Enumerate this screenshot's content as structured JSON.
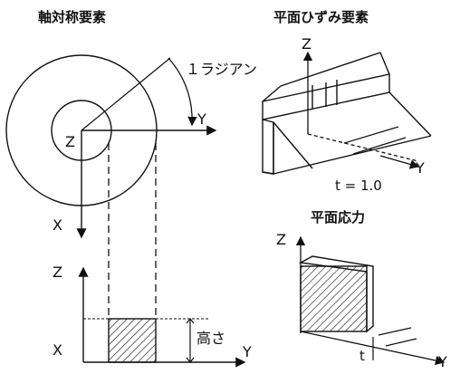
{
  "diagram": {
    "axisymmetric": {
      "title": "軸対称要素",
      "angle_label": "１ラジアン",
      "axis_y": "Y",
      "axis_z": "Z",
      "axis_x": "X",
      "section_axis_z": "Z",
      "section_axis_x": "X",
      "section_axis_y": "Y",
      "height_label": "高さ"
    },
    "plane_strain": {
      "title": "平面ひずみ要素",
      "axis_z": "Z",
      "axis_y": "Y",
      "thickness_label": "t = 1.0"
    },
    "plane_stress": {
      "title": "平面応力",
      "axis_z": "Z",
      "axis_y": "Y",
      "thickness_label": "t"
    }
  },
  "colors": {
    "line": "#111111",
    "background": "#ffffff"
  }
}
